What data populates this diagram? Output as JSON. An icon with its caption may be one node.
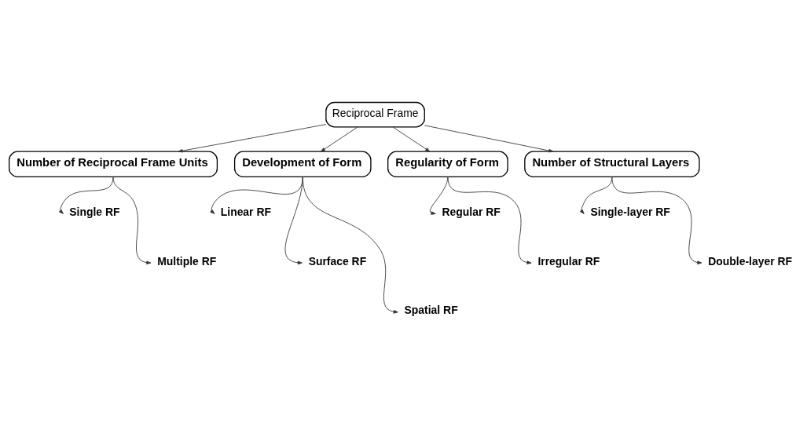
{
  "diagram": {
    "nodes": [
      {
        "text": [
          "Reciprocal Frame"
        ]
      },
      {
        "text": [
          "Number of Reciprocal Frame Units"
        ]
      },
      {
        "text": [
          "Development of Form"
        ]
      },
      {
        "text": [
          "Regularity of Form"
        ]
      },
      {
        "text": [
          "Number of Structural Layers"
        ]
      },
      {
        "text": [
          "Single RF"
        ]
      },
      {
        "text": [
          "Multiple RF"
        ]
      },
      {
        "text": [
          "Linear RF"
        ]
      },
      {
        "text": [
          "Surface RF"
        ]
      },
      {
        "text": [
          "Spatial RF"
        ]
      },
      {
        "text": [
          "Regular RF"
        ]
      },
      {
        "text": [
          "Irregular RF"
        ]
      },
      {
        "text": [
          "Single-layer RF"
        ]
      },
      {
        "text": [
          "Double-layer RF"
        ]
      }
    ],
    "edges": [
      {
        "from": 0,
        "to": 1,
        "arrow": "to"
      },
      {
        "from": 0,
        "to": 2,
        "arrow": "to"
      },
      {
        "from": 0,
        "to": 3,
        "arrow": "to"
      },
      {
        "from": 0,
        "to": 4,
        "arrow": "to"
      },
      {
        "from": 1,
        "to": 5,
        "arrow": "to"
      },
      {
        "from": 1,
        "to": 6,
        "arrow": "to"
      },
      {
        "from": 2,
        "to": 7,
        "arrow": "to"
      },
      {
        "from": 2,
        "to": 8,
        "arrow": "to"
      },
      {
        "from": 2,
        "to": 9,
        "arrow": "to"
      },
      {
        "from": 3,
        "to": 10,
        "arrow": "to"
      },
      {
        "from": 3,
        "to": 11,
        "arrow": "to"
      },
      {
        "from": 4,
        "to": 12,
        "arrow": "to"
      },
      {
        "from": 4,
        "to": 13,
        "arrow": "to"
      }
    ]
  }
}
